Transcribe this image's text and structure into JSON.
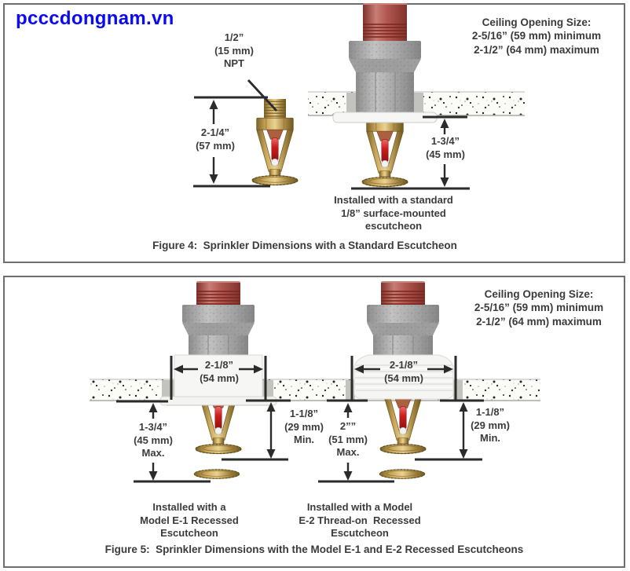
{
  "watermark": "pcccdongnam.vn",
  "figure4": {
    "npt": [
      "1/2”",
      "(15 mm)",
      "NPT"
    ],
    "dim_body": [
      "2-1/4”",
      "(57 mm)"
    ],
    "ceiling_opening": [
      "Ceiling Opening Size:",
      "2-5/16” (59 mm) minimum",
      "2-1/2” (64 mm) maximum"
    ],
    "dim_drop": [
      "1-3/4”",
      "(45 mm)"
    ],
    "install_note": [
      "Installed with a standard",
      "1/8” surface-mounted",
      "escutcheon"
    ],
    "caption": "Figure 4:  Sprinkler Dimensions with a Standard Escutcheon"
  },
  "figure5": {
    "ceiling_opening": [
      "Ceiling Opening Size:",
      "2-5/16” (59 mm) minimum",
      "2-1/2” (64 mm) maximum"
    ],
    "left": {
      "dim_width": [
        "2-1/8”",
        "(54 mm)"
      ],
      "dim_max": [
        "1-3/4”",
        "(45 mm)",
        "Max."
      ],
      "dim_min": [
        "1-1/8”",
        "(29 mm)",
        "Min."
      ],
      "install_note": [
        "Installed with a",
        "Model E-1 Recessed",
        "Escutcheon"
      ]
    },
    "right": {
      "dim_width": [
        "2-1/8”",
        "(54 mm)"
      ],
      "dim_max": [
        "2””",
        "(51 mm)",
        "Max."
      ],
      "dim_min": [
        "1-1/8”",
        "(29 mm)",
        "Min."
      ],
      "install_note": [
        "Installed with a Model",
        "E-2 Thread-on  Recessed",
        "Escutcheon"
      ]
    },
    "caption": "Figure 5:  Sprinkler Dimensions with the Model E-1 and E-2 Recessed Escutcheons"
  },
  "colors": {
    "watermark_blue": "#0a0af2",
    "label_text": "#3b3b3b",
    "panel_border": "#6e6e6e",
    "brass": "#b3924f",
    "bulb_red": "#c41d1d",
    "pipe_red": "#b25750",
    "fitting_gray": "#a8a8a8",
    "dimension_line": "#2b2b2b"
  }
}
